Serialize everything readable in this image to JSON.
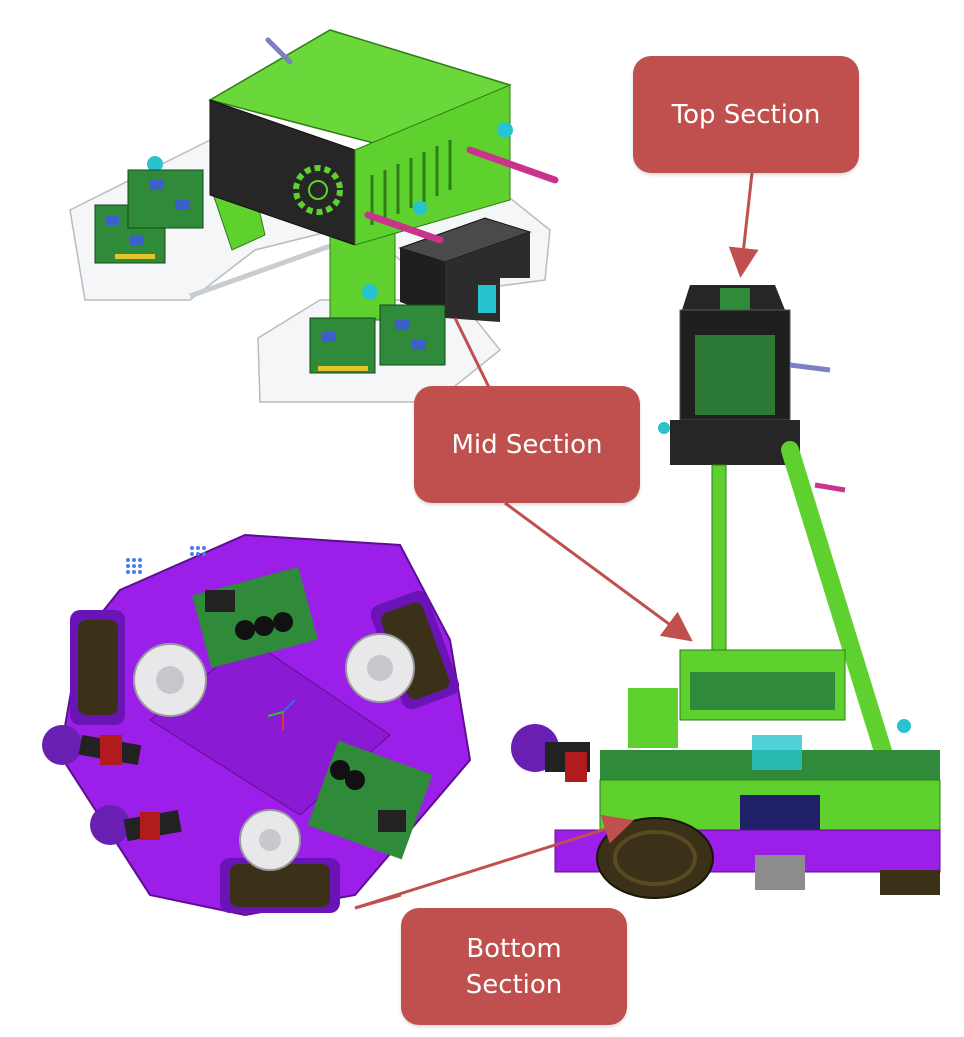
{
  "colors": {
    "callout_fill": "#c0504d",
    "callout_text": "#ffffff",
    "arrow": "#c0504d",
    "chassis_green": "#5fd12e",
    "base_purple": "#9b1fe8",
    "panel_black": "#262626",
    "board_green": "#2f8a3a"
  },
  "callouts": {
    "top": {
      "label": "Top Section"
    },
    "mid": {
      "label": "Mid Section"
    },
    "bottom": {
      "line1": "Bottom",
      "line2": "Section"
    }
  },
  "icons": [
    "gear-icon",
    "axis-triad-icon"
  ]
}
